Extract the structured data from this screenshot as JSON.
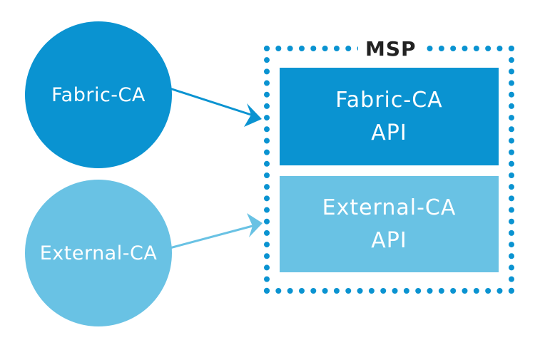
{
  "colors": {
    "fabric": "#0a93d1",
    "external": "#69c2e4",
    "msp_border": "#0a93d1",
    "msp_label": "#222222"
  },
  "nodes": {
    "fabric_ca": {
      "label": "Fabric-CA"
    },
    "external_ca": {
      "label": "External-CA"
    }
  },
  "msp": {
    "label": "MSP",
    "boxes": {
      "fabric_api": {
        "line1": "Fabric-CA",
        "line2": "API"
      },
      "external_api": {
        "line1": "External-CA",
        "line2": "API"
      }
    }
  }
}
